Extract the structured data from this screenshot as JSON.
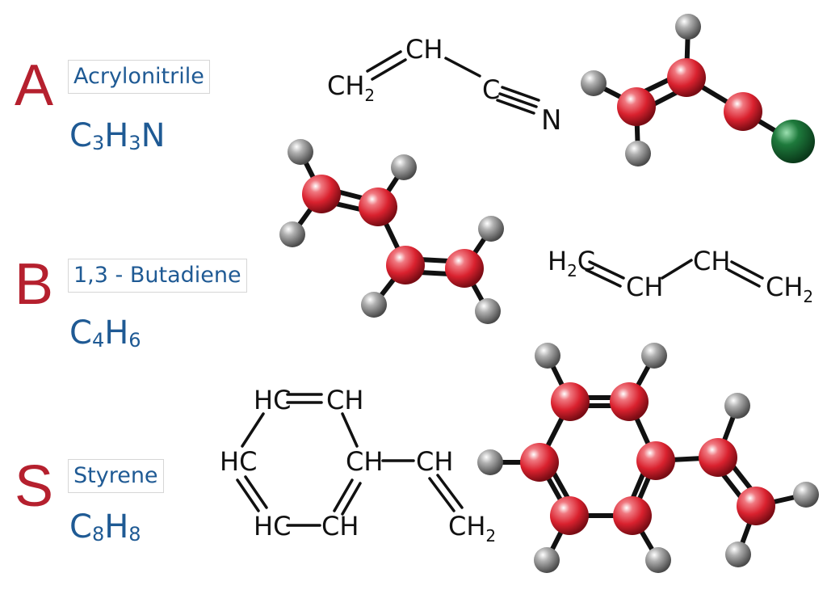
{
  "molecules": [
    {
      "letter": "A",
      "name": "Acrylonitrile",
      "formula": [
        {
          "el": "C",
          "n": "3"
        },
        {
          "el": "H",
          "n": "3"
        },
        {
          "el": "N",
          "n": ""
        }
      ],
      "structural": {
        "ch2": {
          "el": "CH",
          "n": "2"
        },
        "ch": "CH",
        "c": "C",
        "n": "N"
      }
    },
    {
      "letter": "B",
      "name": "1,3 - Butadiene",
      "formula": [
        {
          "el": "C",
          "n": "4"
        },
        {
          "el": "H",
          "n": "6"
        }
      ],
      "structural": {
        "h2c": {
          "h": "H",
          "n": "2",
          "c": "C"
        },
        "ch_a": "CH",
        "ch_b": "CH",
        "ch2": {
          "el": "CH",
          "n": "2"
        }
      }
    },
    {
      "letter": "S",
      "name": "Styrene",
      "formula": [
        {
          "el": "C",
          "n": "8"
        },
        {
          "el": "H",
          "n": "8"
        }
      ],
      "structural": {
        "hc_top": "HC",
        "ch_top": "CH",
        "hc_left": "HC",
        "ch_mid": "CH",
        "ch_vinyl": "CH",
        "hc_bot": "HC",
        "ch_bot": "CH",
        "ch2": {
          "el": "CH",
          "n": "2"
        }
      }
    }
  ],
  "colors": {
    "letter": "#b5202e",
    "label": "#1f5a94",
    "carbon": "#d9212e",
    "hydrogen": "#8c8c8c",
    "nitrogen": "#1e7a3c",
    "bond": "#111111"
  }
}
